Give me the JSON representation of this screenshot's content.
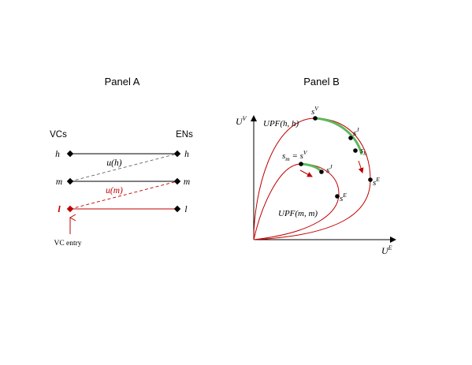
{
  "panel_a": {
    "title": "Panel A",
    "left_header": "VCs",
    "right_header": "ENs",
    "levels": [
      "h",
      "m",
      "l"
    ],
    "u_h_label": "u(h)",
    "u_m_label": "u(m)",
    "vc_entry_label": "VC entry",
    "colors": {
      "black": "#000000",
      "red": "#c00000",
      "dashed_gray": "#666666"
    }
  },
  "panel_b": {
    "title": "Panel B",
    "y_axis_label": "U",
    "y_axis_sup": "V",
    "x_axis_label": "U",
    "x_axis_sup": "E",
    "upf_hh": "UPF(h, h)",
    "upf_mm": "UPF(m, m)",
    "s_v_outer": "s",
    "s_v_outer_sup": "V",
    "s_j_outer": "s",
    "s_j_outer_sup": "J",
    "s_h": "s",
    "s_h_sub": "h",
    "s_e_outer": "s",
    "s_e_outer_sup": "E",
    "s_m_eq": "s",
    "s_m_eq_sub": "m",
    "s_m_eq_rest": " = s",
    "s_m_eq_sup": "V",
    "s_j_inner": "s",
    "s_j_inner_sup": "J",
    "s_e_inner": "s",
    "s_e_inner_sup": "E",
    "colors": {
      "curve": "#c00000",
      "segment": "#5cb85c",
      "axis": "#000000"
    }
  }
}
